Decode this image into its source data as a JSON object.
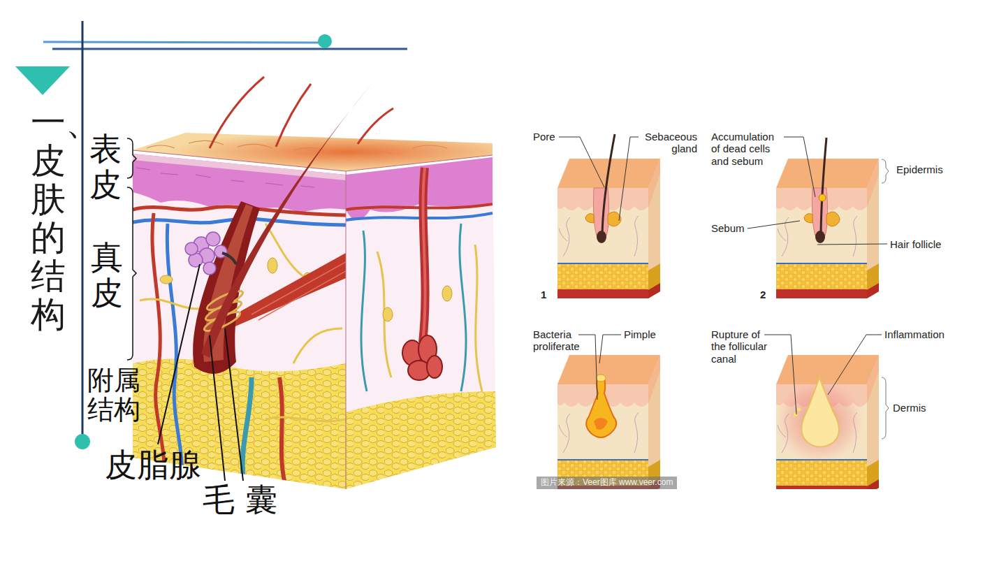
{
  "diagram": {
    "title": "一、皮肤的结构",
    "labels": [
      "表皮",
      "真皮",
      "附属结构",
      "皮脂腺",
      "毛 囊",
      "Pore",
      "Sebaceous gland",
      "Accumulation of dead cells and sebum",
      "Epidermis",
      "Sebum",
      "Hair follicle",
      "1",
      "2",
      "Bacteria proliferate",
      "Pimple",
      "Rupture of the follicular canal",
      "Inflammation",
      "Dermis",
      "图片来源：Veer图库 www.veer.com"
    ]
  }
}
